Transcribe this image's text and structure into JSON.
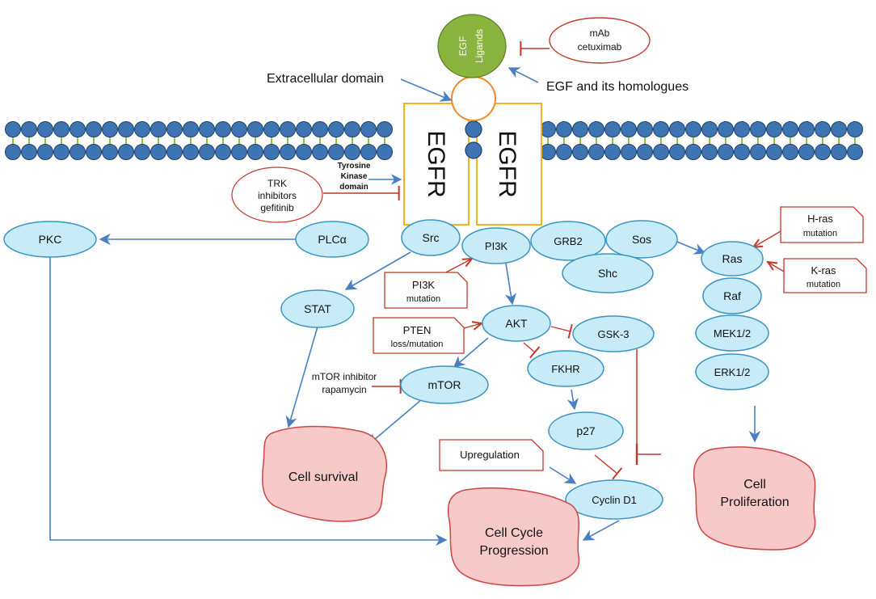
{
  "domain_colors": {
    "node_fill": "#c7ecf8",
    "node_stroke": "#3a94c2",
    "activation_arrow": "#4a7fc1",
    "inhibition": "#c0392b",
    "receptor": "#f5b21c",
    "ligand": "#8ab43e",
    "lipid_head": "#3f74b3",
    "lipid_tail": "#8ec63f",
    "outcome_fill": "#f8c9c9",
    "outcome_stroke": "#cf4545"
  },
  "ligand": {
    "line1": "EGF",
    "line2": "Ligands"
  },
  "labels": {
    "extracellular": "Extracellular domain",
    "egf_homologues": "EGF and  its homologues",
    "tyrosine_kinase_1": "Tyrosine",
    "tyrosine_kinase_2": "Kinase",
    "tyrosine_kinase_3": "domain",
    "egfr_left": "EGFR",
    "egfr_right": "EGFR",
    "mtor_inhibitor_1": "mTOR inhibitor",
    "mtor_inhibitor_2": "rapamycin"
  },
  "inhibitors": {
    "mab_1": "mAb",
    "mab_2": "cetuximab",
    "trk_1": "TRK",
    "trk_2": "inhibitors",
    "trk_3": "gefitinib"
  },
  "nodes": {
    "pkc": "PKC",
    "plc": "PLCα",
    "src": "Src",
    "pi3k": "PI3K",
    "grb2": "GRB2",
    "sos": "Sos",
    "shc": "Shc",
    "ras": "Ras",
    "raf": "Raf",
    "mek": "MEK1/2",
    "erk": "ERK1/2",
    "stat": "STAT",
    "akt": "AKT",
    "gsk3": "GSK-3",
    "fkhr": "FKHR",
    "mtor": "mTOR",
    "p27": "p27",
    "cyclin": "Cyclin D1"
  },
  "callouts": {
    "pi3k_mut_1": "PI3K",
    "pi3k_mut_2": "mutation",
    "pten_1": "PTEN",
    "pten_2": "loss/mutation",
    "hras_1": "H-ras",
    "hras_2": "mutation",
    "kras_1": "K-ras",
    "kras_2": "mutation",
    "upregulation": "Upregulation"
  },
  "outcomes": {
    "survival": "Cell survival",
    "cycle_1": "Cell Cycle",
    "cycle_2": "Progression",
    "prolif_1": "Cell",
    "prolif_2": "Proliferation"
  }
}
